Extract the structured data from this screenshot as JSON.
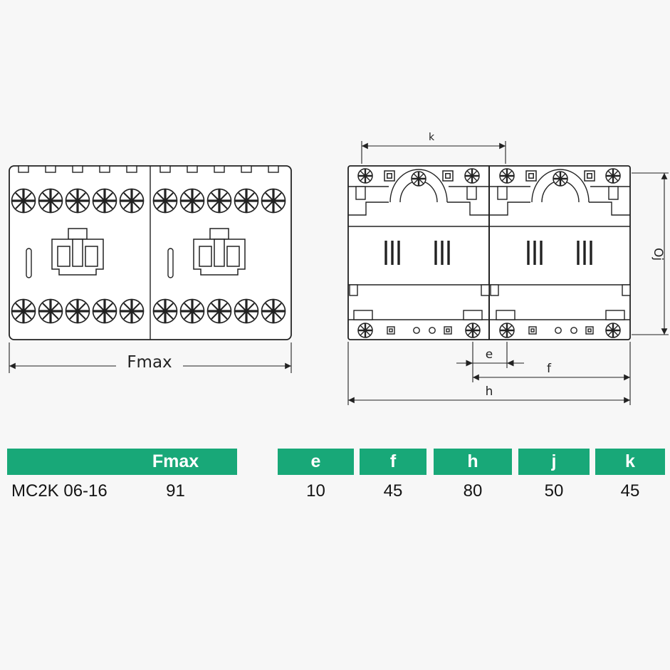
{
  "colors": {
    "background": "#f7f7f7",
    "line": "#222222",
    "table_header_green": "#18a878",
    "header_text": "#ffffff",
    "body_text": "#141414"
  },
  "front_view": {
    "dimension_label": "Fmax"
  },
  "side_view": {
    "dimension_labels": {
      "top": "k",
      "right": "Oj",
      "e": "e",
      "f": "f",
      "h": "h"
    }
  },
  "table": {
    "headers": {
      "model": "",
      "fmax": "Fmax",
      "e": "e",
      "f": "f",
      "h": "h",
      "j": "j",
      "k": "k"
    },
    "rows": [
      {
        "model": "MC2K 06-16",
        "fmax": "91",
        "e": "10",
        "f": "45",
        "h": "80",
        "j": "50",
        "k": "45"
      }
    ]
  }
}
